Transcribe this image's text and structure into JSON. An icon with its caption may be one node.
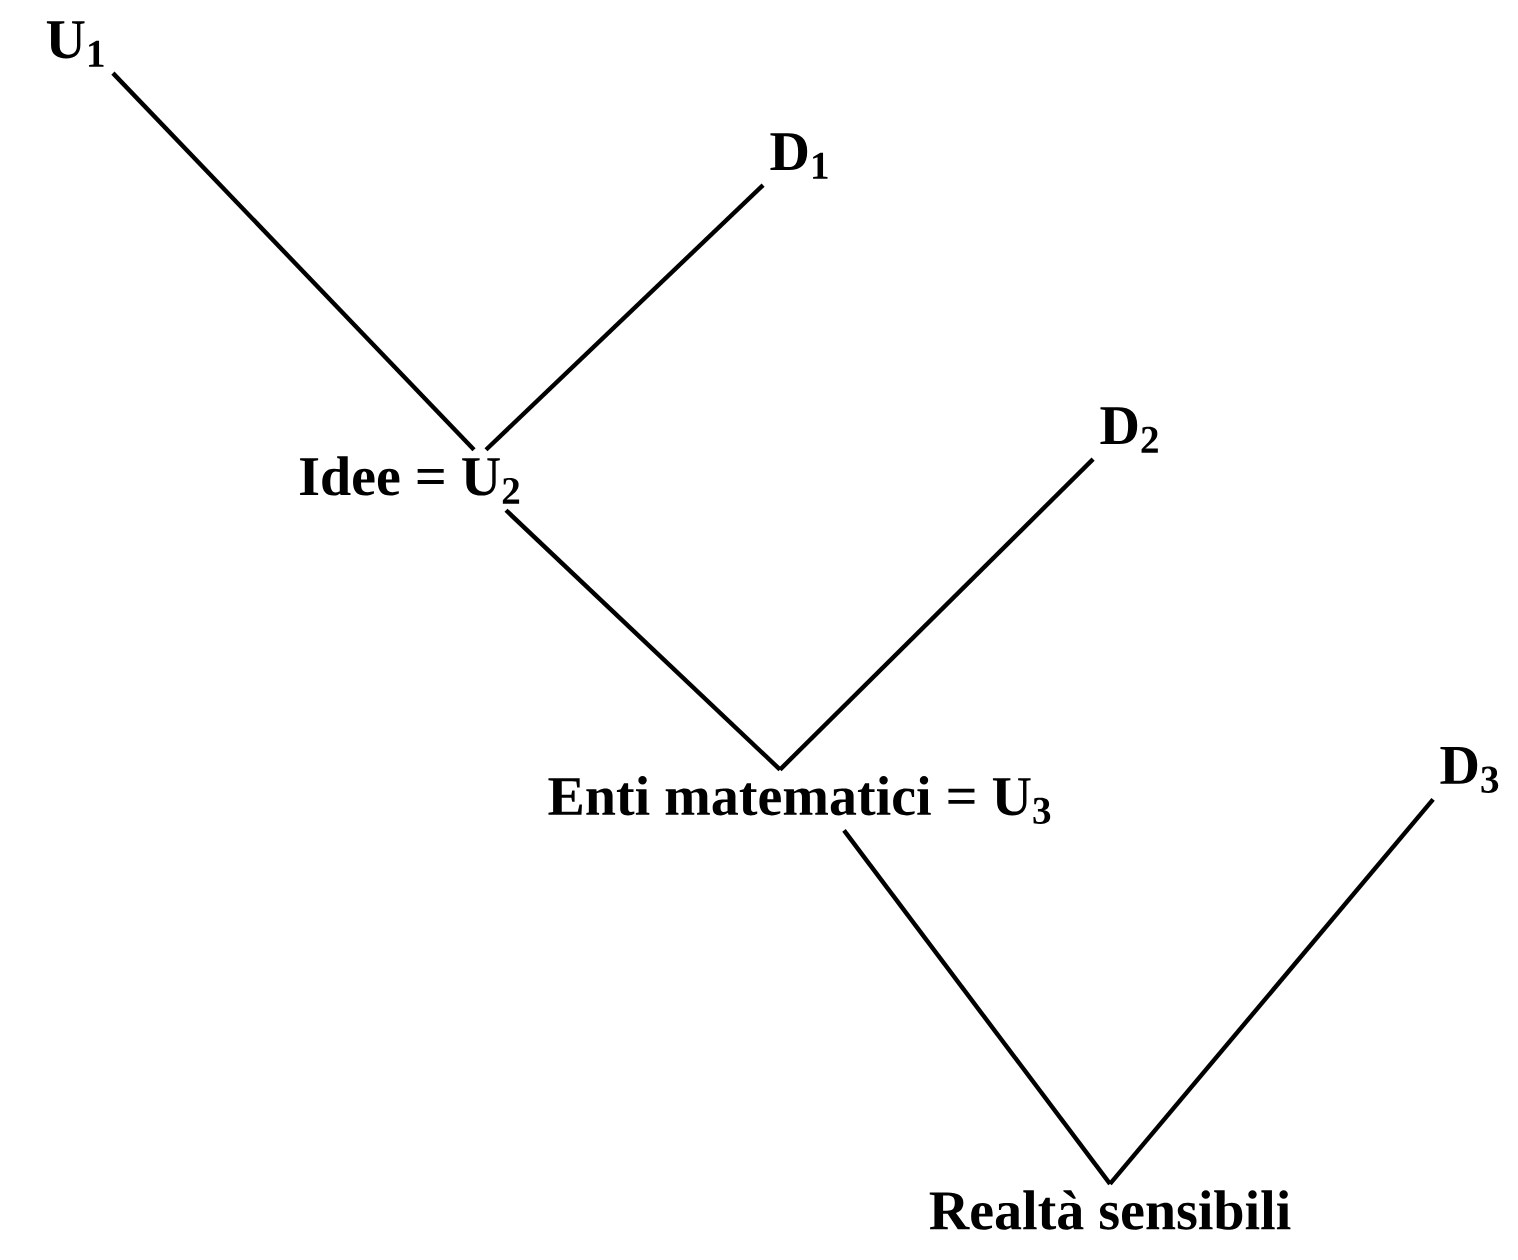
{
  "diagram": {
    "nodes": [
      {
        "text": [
          "U$_{1}$"
        ]
      },
      {
        "text": [
          "D$_{1}$"
        ]
      },
      {
        "text": [
          "Idee = U$_{2}$"
        ]
      },
      {
        "text": [
          "D$_{2}$"
        ]
      },
      {
        "text": [
          "Enti matematici = U$_{3}$"
        ]
      },
      {
        "text": [
          "D$_{3}$"
        ]
      },
      {
        "text": [
          "Realtà sensibili"
        ]
      }
    ],
    "edges": [
      {
        "from": 0,
        "to": 2,
        "arrow": "none"
      },
      {
        "from": 1,
        "to": 2,
        "arrow": "none"
      },
      {
        "from": 2,
        "to": 4,
        "arrow": "none"
      },
      {
        "from": 3,
        "to": 4,
        "arrow": "none"
      },
      {
        "from": 4,
        "to": 6,
        "arrow": "none"
      },
      {
        "from": 5,
        "to": 6,
        "arrow": "none"
      }
    ]
  }
}
